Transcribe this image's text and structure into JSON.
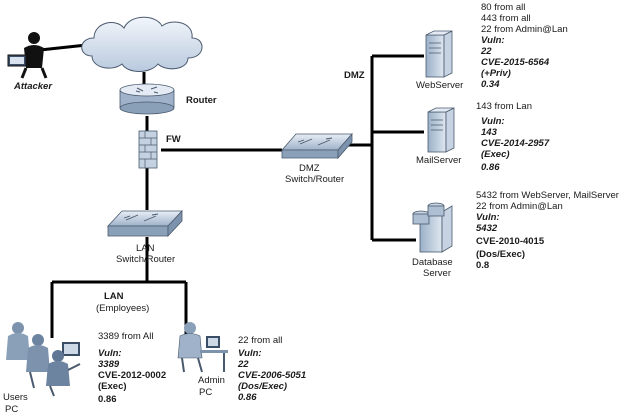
{
  "nodes": {
    "attacker": "Attacker",
    "router": "Router",
    "fw": "FW",
    "dmz_label": "DMZ",
    "dmz_switch": [
      "DMZ",
      "Switch/Router"
    ],
    "lan_switch": [
      "LAN",
      "Switch/Router"
    ],
    "lan_segment": [
      "LAN",
      "(Employees)"
    ],
    "webserver": "WebServer",
    "mailserver": "MailServer",
    "database": [
      "Database",
      "Server"
    ],
    "users_pc": [
      "Users",
      "PC"
    ],
    "admin_pc": [
      "Admin",
      "PC"
    ]
  },
  "annotations": {
    "webserver": {
      "access": [
        "80 from all",
        "443 from all",
        "22 from Admin@Lan"
      ],
      "vuln_title": "Vuln:",
      "vuln": [
        "22",
        "CVE-2015-6564",
        "(+Priv)",
        "0.34"
      ]
    },
    "mailserver": {
      "access": [
        "143 from Lan"
      ],
      "vuln_title": "Vuln:",
      "vuln": [
        "143",
        "CVE-2014-2957",
        "(Exec)",
        "0.86"
      ]
    },
    "database": {
      "access": [
        "5432 from WebServer, MailServer",
        "22 from Admin@Lan"
      ],
      "vuln_title": "Vuln:",
      "vuln": [
        "5432",
        "CVE-2010-4015",
        "(Dos/Exec)",
        "0.8"
      ]
    },
    "users_pc": {
      "access": [
        "3389 from All"
      ],
      "vuln_title": "Vuln:",
      "vuln": [
        "3389",
        "CVE-2012-0002",
        "(Exec)",
        "0.86"
      ]
    },
    "admin_pc": {
      "access": [
        "22 from all"
      ],
      "vuln_title": "Vuln:",
      "vuln": [
        "22",
        "CVE-2006-5051",
        "(Dos/Exec)",
        "0.86"
      ]
    }
  },
  "icons": [
    "attacker-icon",
    "internet-cloud-icon",
    "router-icon",
    "firewall-icon",
    "switch-icon",
    "server-icon",
    "database-icon",
    "users-icon",
    "admin-icon"
  ]
}
